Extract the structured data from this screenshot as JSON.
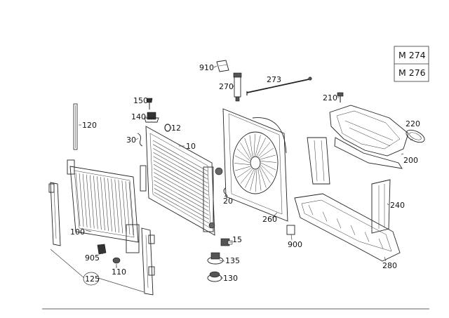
{
  "engine_variants": [
    "M 274",
    "M 276"
  ],
  "parts": {
    "p10": "10",
    "p12": "12",
    "p15": "15",
    "p20": "20",
    "p30": "30",
    "p100": "100",
    "p110": "110",
    "p120": "120",
    "p125": "125",
    "p130": "130",
    "p135": "135",
    "p140": "140",
    "p150": "150",
    "p200": "200",
    "p210": "210",
    "p220": "220",
    "p240": "240",
    "p260": "260",
    "p270": "270",
    "p273": "273",
    "p280": "280",
    "p900": "900",
    "p905": "905",
    "p910": "910"
  }
}
